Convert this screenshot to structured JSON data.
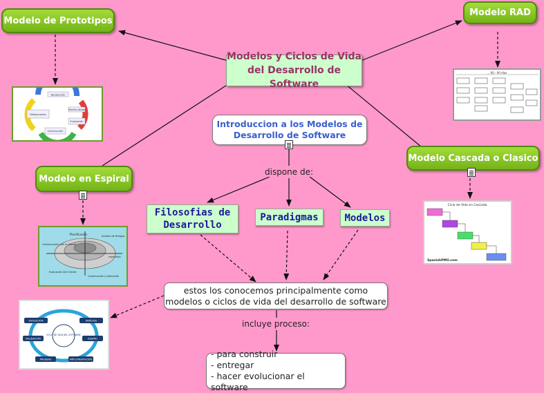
{
  "center": {
    "line1": "Modelos y Ciclos de Vida",
    "line2": "del Desarrollo de Software"
  },
  "nodes": {
    "prototipos": "Modelo de Prototipos",
    "rad": "Modelo RAD",
    "espiral": "Modelo en Espiral",
    "cascada": "Modelo Cascada o Clasico",
    "intro_line1": "Introduccion a los Modelos de",
    "intro_line2": "Desarrollo de Software",
    "filosofias_line1": "Filosofias de",
    "filosofias_line2": "Desarrollo",
    "paradigmas": "Paradigmas",
    "modelos": "Modelos",
    "conocemos_line1": "estos los conocemos principalmente como",
    "conocemos_line2": "modelos o ciclos de vida del desarrollo de software",
    "proceso_items": [
      "- para construir",
      "- entregar",
      "- hacer evolucionar el software"
    ]
  },
  "links": {
    "dispone": "dispone de:",
    "incluye": "incluye proceso:"
  },
  "images": {
    "prototipos_labels": [
      "Recolección",
      "Diseño rápido",
      "Construcción",
      "Evaluación",
      "Refinamiento"
    ],
    "rad_header": "... 60 - 90 días",
    "espiral_labels": [
      "Planificación",
      "Análisis de Riesgos",
      "Comunicación con el cliente",
      "Ingeniería",
      "Evaluación Del Cliente",
      "Construcción y Liberación"
    ],
    "cascada_title": "Ciclo de Vida en Cascada",
    "cascada_footer": "SpanishPMO.com",
    "ciclo_center": "CICLO DE VIDA DEL SOFTWARE",
    "ciclo_labels": [
      "ANÁLISIS",
      "DISEÑO",
      "IMPLEMENTACIÓN",
      "PRUEBAS",
      "VALIDACIÓN",
      "EVOLUCIÓN"
    ]
  },
  "colors": {
    "background": "#ff99cc",
    "node_green": "#8cc63f",
    "node_light": "#ccffcc",
    "title_text": "#993366",
    "intro_text": "#3a5fcd"
  }
}
